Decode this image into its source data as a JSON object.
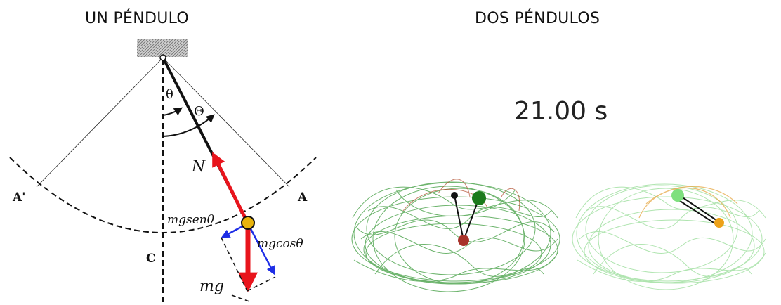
{
  "titles": {
    "single": "UN PÉNDULO",
    "double": "DOS PÉNDULOS"
  },
  "timer": "21.00 s",
  "single_pendulum": {
    "labels": {
      "theta": "θ",
      "amplitude": "Θ",
      "normal": "N",
      "point_left": "A'",
      "point_right": "A",
      "center": "C",
      "tangential": "mgsenθ",
      "radial": "mgcosθ",
      "weight": "mg"
    },
    "colors": {
      "bob": "#e8b40c",
      "weight_arrow": "#e8141c",
      "normal_arrow": "#e8141c",
      "component_arrows": "#1e2ee6",
      "support": "#999999"
    }
  },
  "double_pendulums": {
    "colors": {
      "left_trace": "#3a9a3a",
      "left_trace_secondary": "#b04a2a",
      "left_upper_bob": "#1b7a1b",
      "left_lower_bob": "#a8322a",
      "left_pivot": "#111111",
      "right_trace": "#6fcf6f",
      "right_trace_secondary": "#e5a33a",
      "right_upper_bob": "#7ee07e",
      "right_lower_bob": "#eda21a"
    }
  }
}
